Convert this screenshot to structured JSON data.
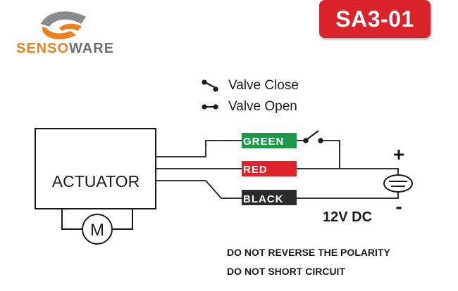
{
  "brand": {
    "name_part1": "SENSO",
    "name_part2": "WARE",
    "color_orange": "#f07f1b",
    "color_gray": "#6d6e71"
  },
  "badge": {
    "text": "SA3-01",
    "color": "#d9222a"
  },
  "legend": {
    "valve_close": "Valve Close",
    "valve_open": "Valve Open"
  },
  "actuator": {
    "label": "ACTUATOR",
    "motor_symbol": "M"
  },
  "wires": {
    "green": {
      "label": "GREEN",
      "color": "#1a9a48"
    },
    "red": {
      "label": "RED",
      "color": "#e0222b"
    },
    "black": {
      "label": "BLACK",
      "color": "#2b2b2b"
    }
  },
  "power": {
    "plus": "+",
    "minus": "-",
    "label": "12V DC"
  },
  "warnings": {
    "line1": "DO NOT REVERSE THE POLARITY",
    "line2": "DO NOT SHORT CIRCUIT"
  }
}
